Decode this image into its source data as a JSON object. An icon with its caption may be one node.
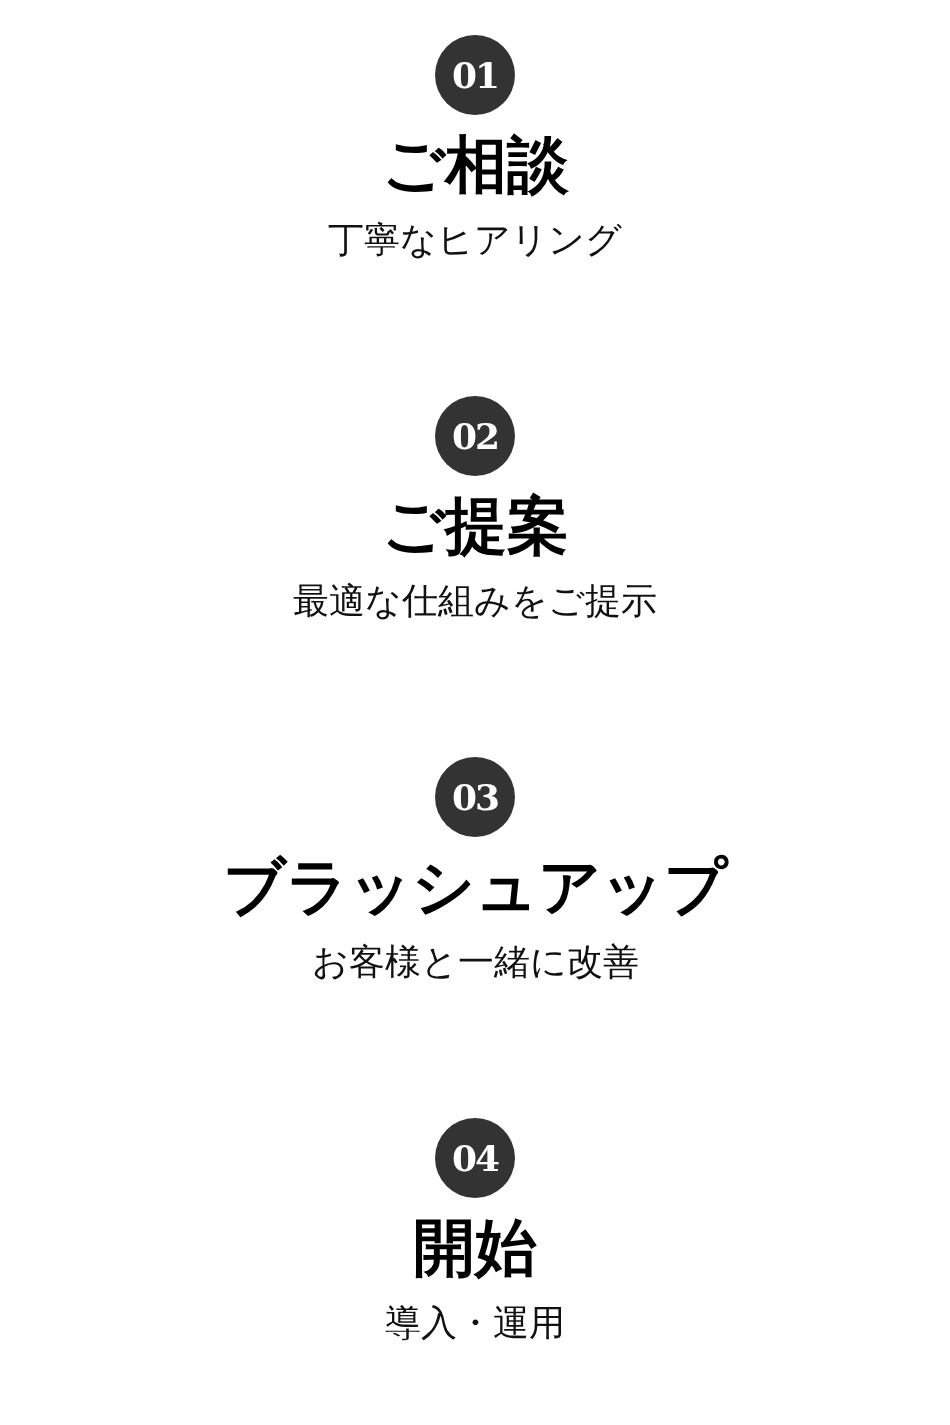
{
  "diagram": {
    "nodes": [
      {
        "text": [
          "01"
        ],
        "beside": [
          "ご相談",
          "丁寧なヒアリング"
        ]
      },
      {
        "text": [
          "02"
        ],
        "beside": [
          "ご提案",
          "最適な仕組みをご提示"
        ]
      },
      {
        "text": [
          "03"
        ],
        "beside": [
          "ブラッシュアップ",
          "お客様と一緒に改善"
        ]
      },
      {
        "text": [
          "04"
        ],
        "beside": [
          "開始",
          "導入・運用"
        ]
      }
    ]
  }
}
